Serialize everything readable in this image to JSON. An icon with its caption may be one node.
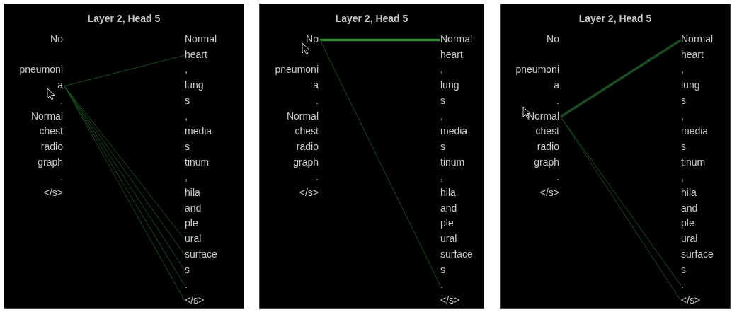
{
  "diagram": {
    "nodes": [
      {
        "text": [
          "Layer 2, Head 5"
        ]
      },
      {
        "text": [
          "No"
        ],
        "in": 0
      },
      {
        "text": [
          "pneumoni"
        ],
        "in": 0
      },
      {
        "text": [
          "a"
        ],
        "in": 0
      },
      {
        "text": [
          "."
        ],
        "in": 0
      },
      {
        "text": [
          "Normal"
        ],
        "in": 0
      },
      {
        "text": [
          "chest"
        ],
        "in": 0
      },
      {
        "text": [
          "radio"
        ],
        "in": 0
      },
      {
        "text": [
          "graph"
        ],
        "in": 0
      },
      {
        "text": [
          "."
        ],
        "in": 0
      },
      {
        "text": [
          "</s>"
        ],
        "in": 0
      },
      {
        "text": [
          "Normal"
        ],
        "in": 0
      },
      {
        "text": [
          "heart"
        ],
        "in": 0
      },
      {
        "text": [
          ","
        ],
        "in": 0
      },
      {
        "text": [
          "lung"
        ],
        "in": 0
      },
      {
        "text": [
          "s"
        ],
        "in": 0
      },
      {
        "text": [
          ","
        ],
        "in": 0
      },
      {
        "text": [
          "media"
        ],
        "in": 0
      },
      {
        "text": [
          "s"
        ],
        "in": 0
      },
      {
        "text": [
          "tinum"
        ],
        "in": 0
      },
      {
        "text": [
          ","
        ],
        "in": 0
      },
      {
        "text": [
          "hila"
        ],
        "in": 0
      },
      {
        "text": [
          "and"
        ],
        "in": 0
      },
      {
        "text": [
          "ple"
        ],
        "in": 0
      },
      {
        "text": [
          "ural"
        ],
        "in": 0
      },
      {
        "text": [
          "surface"
        ],
        "in": 0
      },
      {
        "text": [
          "s"
        ],
        "in": 0
      },
      {
        "text": [
          "."
        ],
        "in": 0
      },
      {
        "text": [
          "</s>"
        ],
        "in": 0
      },
      {
        "text": [
          "Layer 2, Head 5"
        ]
      },
      {
        "text": [
          "No"
        ],
        "in": 29
      },
      {
        "text": [
          "pneumoni"
        ],
        "in": 29
      },
      {
        "text": [
          "a"
        ],
        "in": 29
      },
      {
        "text": [
          "."
        ],
        "in": 29
      },
      {
        "text": [
          "Normal"
        ],
        "in": 29
      },
      {
        "text": [
          "chest"
        ],
        "in": 29
      },
      {
        "text": [
          "radio"
        ],
        "in": 29
      },
      {
        "text": [
          "graph"
        ],
        "in": 29
      },
      {
        "text": [
          "."
        ],
        "in": 29
      },
      {
        "text": [
          "</s>"
        ],
        "in": 29
      },
      {
        "text": [
          "Normal"
        ],
        "in": 29
      },
      {
        "text": [
          "heart"
        ],
        "in": 29
      },
      {
        "text": [
          ","
        ],
        "in": 29
      },
      {
        "text": [
          "lung"
        ],
        "in": 29
      },
      {
        "text": [
          "s"
        ],
        "in": 29
      },
      {
        "text": [
          ","
        ],
        "in": 29
      },
      {
        "text": [
          "media"
        ],
        "in": 29
      },
      {
        "text": [
          "s"
        ],
        "in": 29
      },
      {
        "text": [
          "tinum"
        ],
        "in": 29
      },
      {
        "text": [
          ","
        ],
        "in": 29
      },
      {
        "text": [
          "hila"
        ],
        "in": 29
      },
      {
        "text": [
          "and"
        ],
        "in": 29
      },
      {
        "text": [
          "ple"
        ],
        "in": 29
      },
      {
        "text": [
          "ural"
        ],
        "in": 29
      },
      {
        "text": [
          "surface"
        ],
        "in": 29
      },
      {
        "text": [
          "s"
        ],
        "in": 29
      },
      {
        "text": [
          "."
        ],
        "in": 29
      },
      {
        "text": [
          "</s>"
        ],
        "in": 29
      },
      {
        "text": [
          "Layer 2, Head 5"
        ]
      },
      {
        "text": [
          "No"
        ],
        "in": 58
      },
      {
        "text": [
          "pneumoni"
        ],
        "in": 58
      },
      {
        "text": [
          "a"
        ],
        "in": 58
      },
      {
        "text": [
          "."
        ],
        "in": 58
      },
      {
        "text": [
          "Normal"
        ],
        "in": 58
      },
      {
        "text": [
          "chest"
        ],
        "in": 58
      },
      {
        "text": [
          "radio"
        ],
        "in": 58
      },
      {
        "text": [
          "graph"
        ],
        "in": 58
      },
      {
        "text": [
          "."
        ],
        "in": 58
      },
      {
        "text": [
          "</s>"
        ],
        "in": 58
      },
      {
        "text": [
          "Normal"
        ],
        "in": 58
      },
      {
        "text": [
          "heart"
        ],
        "in": 58
      },
      {
        "text": [
          ","
        ],
        "in": 58
      },
      {
        "text": [
          "lung"
        ],
        "in": 58
      },
      {
        "text": [
          "s"
        ],
        "in": 58
      },
      {
        "text": [
          ","
        ],
        "in": 58
      },
      {
        "text": [
          "media"
        ],
        "in": 58
      },
      {
        "text": [
          "s"
        ],
        "in": 58
      },
      {
        "text": [
          "tinum"
        ],
        "in": 58
      },
      {
        "text": [
          ","
        ],
        "in": 58
      },
      {
        "text": [
          "hila"
        ],
        "in": 58
      },
      {
        "text": [
          "and"
        ],
        "in": 58
      },
      {
        "text": [
          "ple"
        ],
        "in": 58
      },
      {
        "text": [
          "ural"
        ],
        "in": 58
      },
      {
        "text": [
          "surface"
        ],
        "in": 58
      },
      {
        "text": [
          "s"
        ],
        "in": 58
      },
      {
        "text": [
          "."
        ],
        "in": 58
      },
      {
        "text": [
          "</s>"
        ],
        "in": 58
      }
    ],
    "edges": [
      {
        "from": 3,
        "to": 12,
        "arrow": "none"
      },
      {
        "from": 3,
        "to": 24,
        "arrow": "none"
      },
      {
        "from": 3,
        "to": 25,
        "arrow": "none"
      },
      {
        "from": 3,
        "to": 26,
        "arrow": "none"
      },
      {
        "from": 3,
        "to": 27,
        "arrow": "none"
      },
      {
        "from": 3,
        "to": 28,
        "arrow": "none"
      },
      {
        "from": 30,
        "to": 40,
        "arrow": "none",
        "style": "thick",
        "color": "#2f8a2f"
      },
      {
        "from": 30,
        "to": 56,
        "arrow": "none"
      },
      {
        "from": 63,
        "to": 69,
        "arrow": "none",
        "style": "thick"
      },
      {
        "from": 63,
        "to": 85,
        "arrow": "none"
      },
      {
        "from": 63,
        "to": 86,
        "arrow": "none"
      }
    ]
  }
}
